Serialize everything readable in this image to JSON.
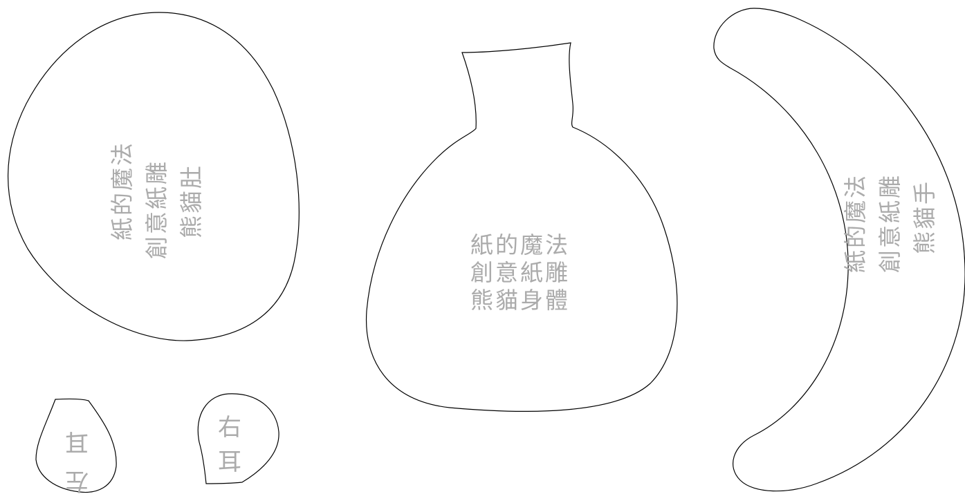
{
  "pieces": {
    "belly": {
      "lines": [
        "紙的魔法",
        "創意紙雕",
        "熊貓肚"
      ]
    },
    "body": {
      "lines": [
        "紙的魔法",
        "創意紙雕",
        "熊貓身體"
      ]
    },
    "hand": {
      "lines": [
        "紙的魔法",
        "創意紙雕",
        "熊貓手"
      ]
    },
    "left_ear": {
      "chars": [
        "左",
        "耳"
      ]
    },
    "right_ear": {
      "chars": [
        "右",
        "耳"
      ]
    }
  },
  "colors": {
    "outline": "#000000",
    "text": "#ababab",
    "background": "#ffffff"
  }
}
